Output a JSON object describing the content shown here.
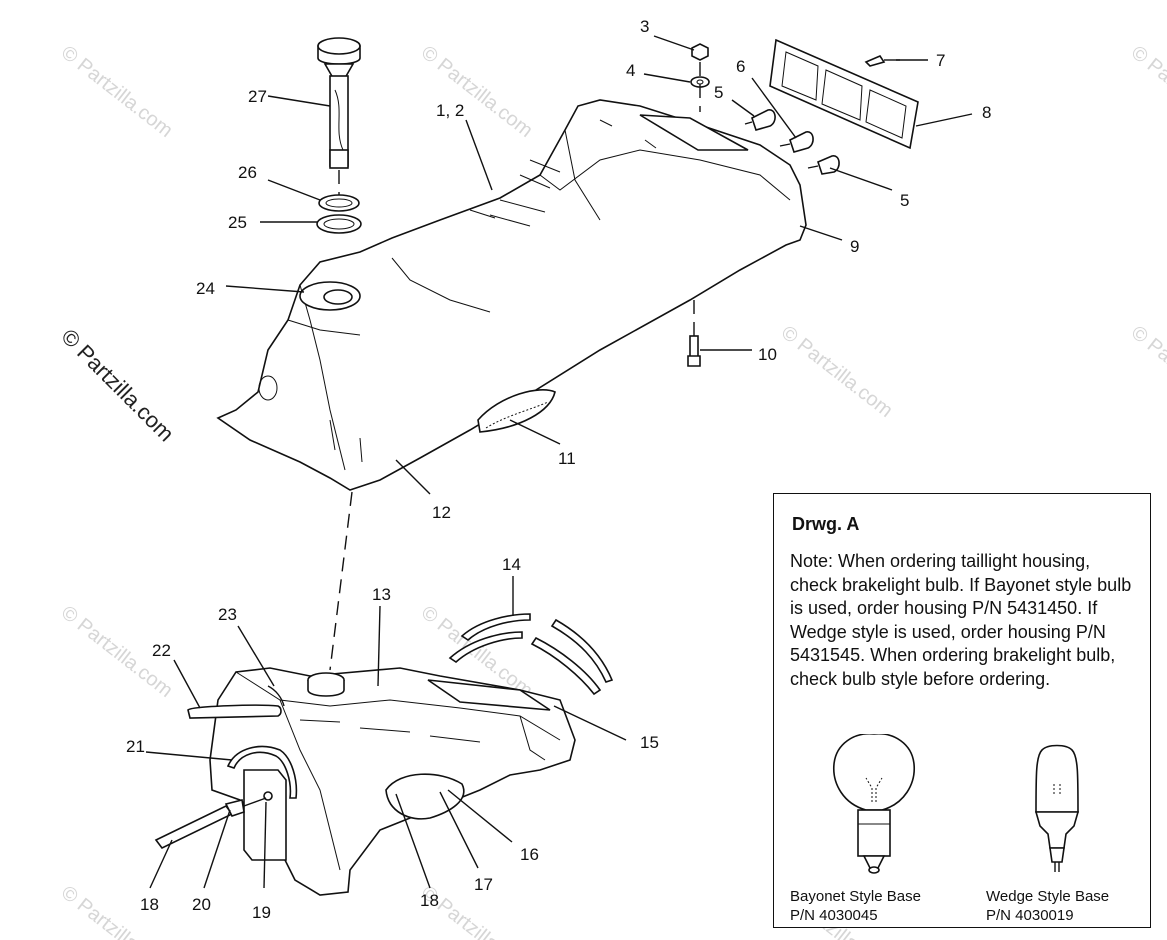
{
  "callouts": {
    "c1_2": "1, 2",
    "c3": "3",
    "c4": "4",
    "c5a": "5",
    "c5b": "5",
    "c6": "6",
    "c7": "7",
    "c8": "8",
    "c9": "9",
    "c10": "10",
    "c11": "11",
    "c12": "12",
    "c13": "13",
    "c14": "14",
    "c15": "15",
    "c16": "16",
    "c17": "17",
    "c18a": "18",
    "c18b": "18",
    "c19": "19",
    "c20": "20",
    "c21": "21",
    "c22": "22",
    "c23": "23",
    "c24": "24",
    "c25": "25",
    "c26": "26",
    "c27": "27"
  },
  "watermark": "© Partzilla.com",
  "note": {
    "title": "Drwg. A",
    "text": "Note: When ordering taillight housing, check brakelight bulb.  If Bayonet style bulb is  used, order housing P/N 5431450.  If Wedge style is used, order housing P/N 5431545.  When ordering brakelight bulb, check bulb style before ordering.",
    "bayonet_label": "Bayonet Style Base",
    "bayonet_pn": "P/N 4030045",
    "wedge_label": "Wedge Style Base",
    "wedge_pn": "P/N 4030019"
  }
}
